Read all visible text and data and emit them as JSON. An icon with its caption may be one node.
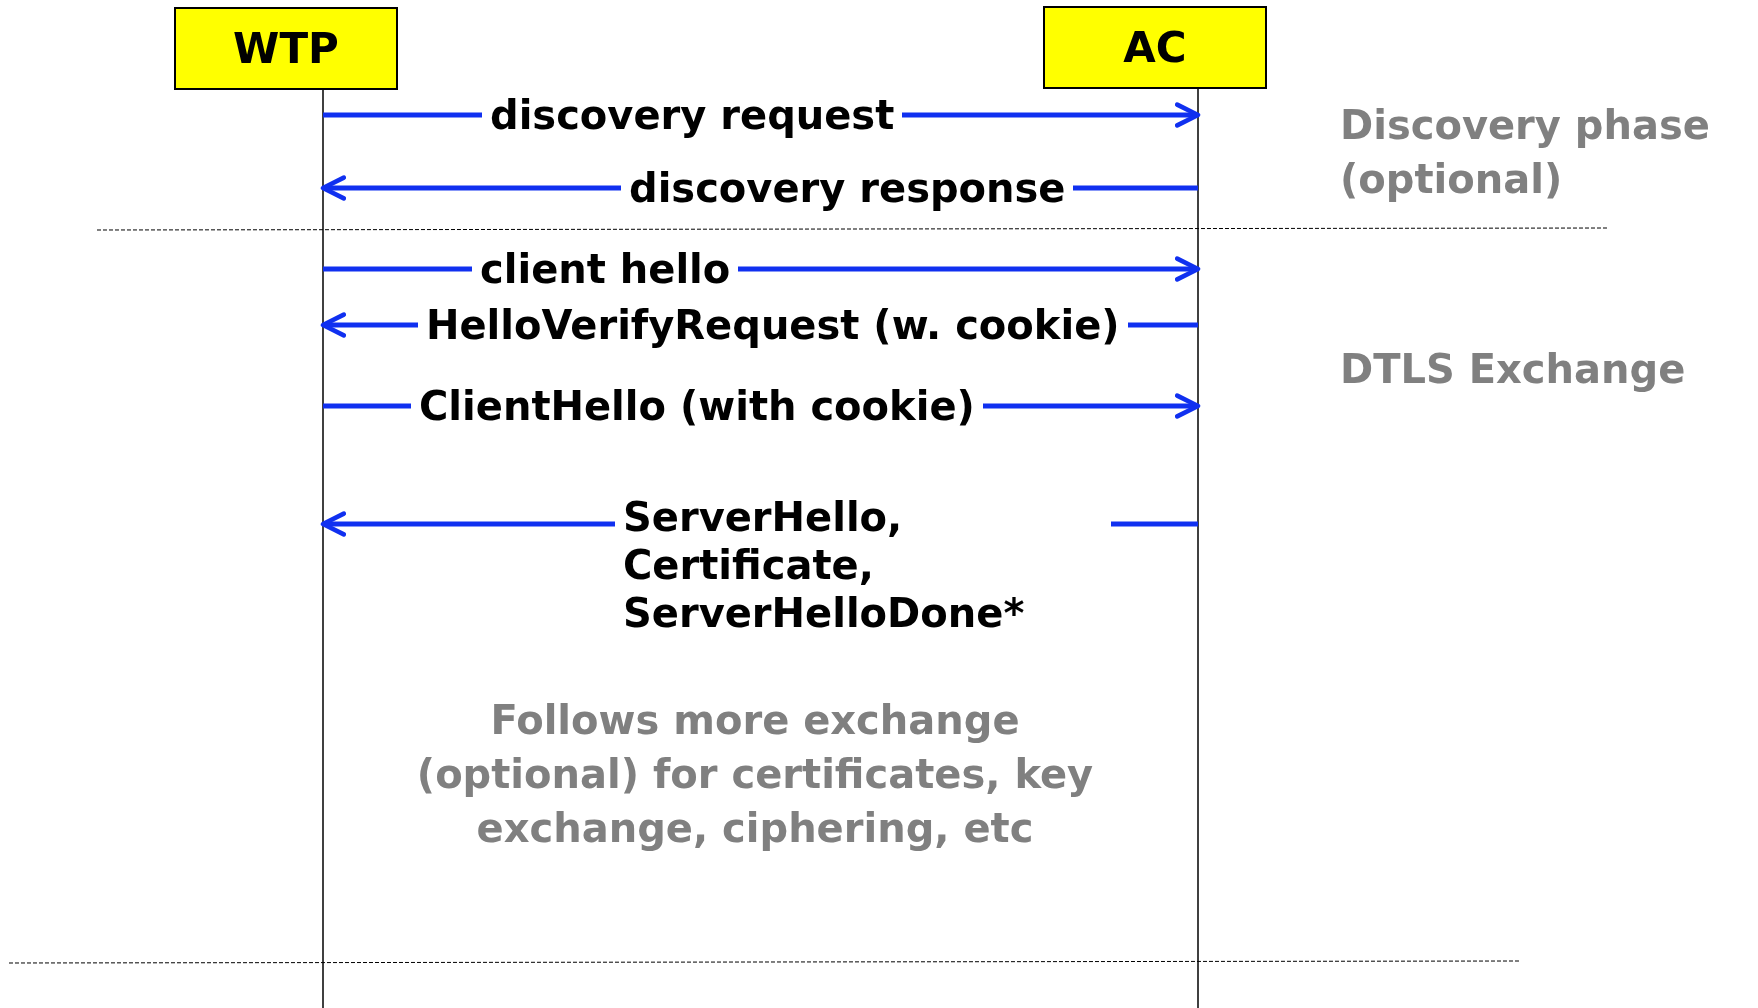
{
  "diagram": {
    "nodes": [
      {
        "text": [
          "WTP"
        ]
      },
      {
        "text": [
          "AC"
        ]
      }
    ],
    "edges": [
      {
        "from": 0,
        "to": 1,
        "arrow": "to",
        "label": "discovery request"
      },
      {
        "from": 1,
        "to": 0,
        "arrow": "to",
        "label": "discovery response"
      },
      {
        "from": 0,
        "to": 1,
        "arrow": "to",
        "label": "client hello"
      },
      {
        "from": 1,
        "to": 0,
        "arrow": "to",
        "label": "HelloVerifyRequest (w. cookie)"
      },
      {
        "from": 0,
        "to": 1,
        "arrow": "to",
        "label": "ClientHello (with cookie)"
      },
      {
        "from": 1,
        "to": 0,
        "arrow": "to",
        "label": "ServerHello, Certificate, ServerHelloDone*"
      }
    ],
    "labels": [
      "Discovery phase (optional)",
      "DTLS Exchange",
      "Follows more exchange (optional) for certificates, key exchange, ciphering, etc"
    ]
  }
}
